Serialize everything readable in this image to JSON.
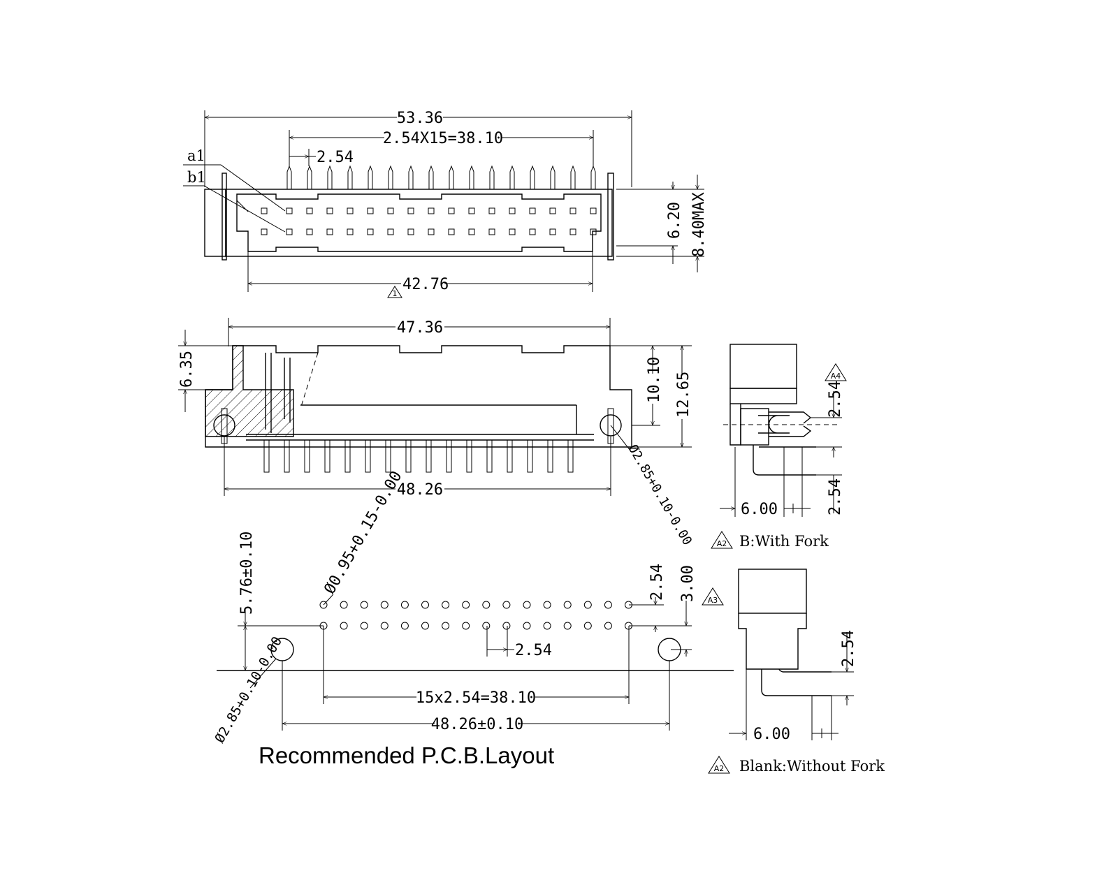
{
  "top_view": {
    "overall_width": "53.36",
    "pitch_total": "2.54X15=38.10",
    "pitch": "2.54",
    "row_a_label": "a1",
    "row_b_label": "b1",
    "height": "6.20",
    "height_max": "8.40MAX",
    "inner_width": "42.76",
    "rev_1": "1",
    "pin_count_per_row": 16
  },
  "side_view": {
    "body_width": "47.36",
    "flange_height": "6.35",
    "height_a": "10.10",
    "height_b": "12.65",
    "mount_pitch": "48.26",
    "mount_hole": "Ø2.85+0.10-0.00",
    "pin_count": 16
  },
  "end_view_fork": {
    "pitch": "2.54",
    "pitch2": "2.54",
    "offset": "6.00",
    "rev": "A4",
    "note_rev": "A2",
    "note": "B:With Fork"
  },
  "end_view_no_fork": {
    "pitch": "2.54",
    "offset": "6.00",
    "note_rev": "A2",
    "note": "Blank:Without Fork"
  },
  "pcb_layout": {
    "pin_hole": "Ø0.95+0.15-0.00",
    "edge_distance": "5.76±0.10",
    "row_pitch": "2.54",
    "row_offset": "3.00",
    "rev": "A3",
    "col_pitch": "2.54",
    "pin_span": "15x2.54=38.10",
    "mount_span": "48.26±0.10",
    "mount_hole": "Ø2.85+0.10-0.00",
    "title": "Recommended P.C.B.Layout",
    "holes_per_row": 16
  }
}
